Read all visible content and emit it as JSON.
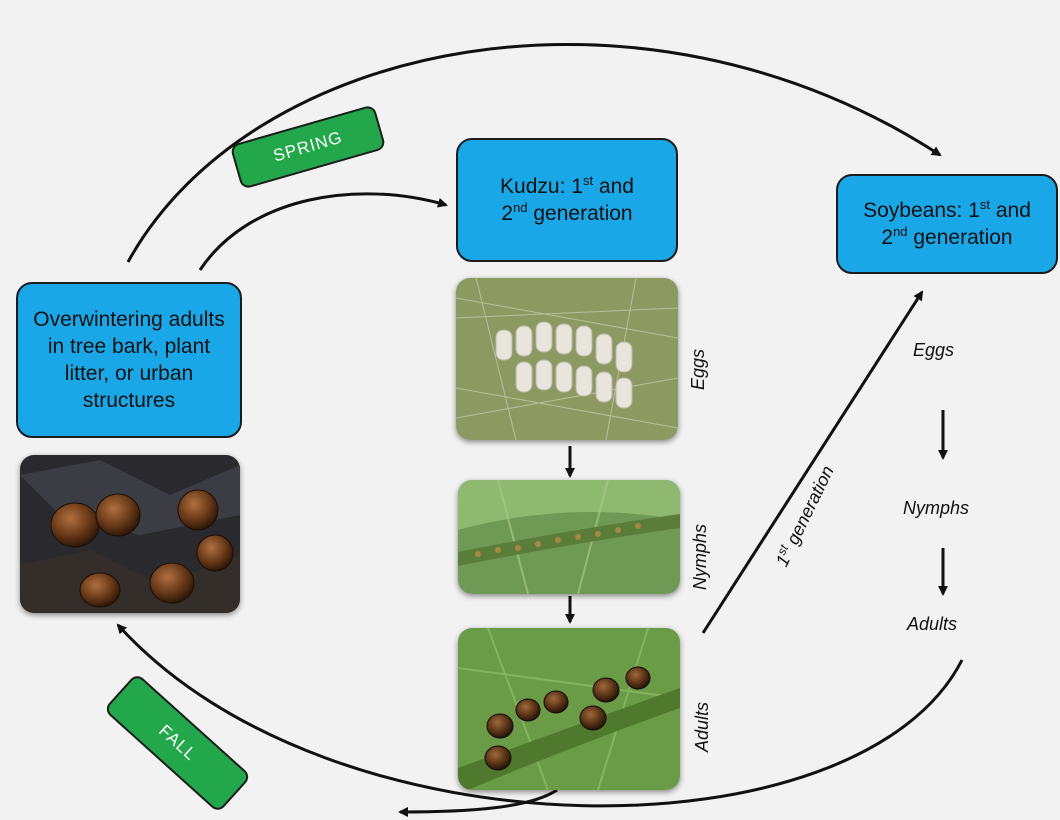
{
  "boxes": {
    "overwinter": "Overwintering adults in tree bark, plant litter, or urban structures",
    "kudzu": {
      "line1_pre": "Kudzu: 1",
      "line1_sup": "st",
      "line1_post": " and",
      "line2_pre": "2",
      "line2_sup": "nd",
      "line2_post": " generation"
    },
    "soy": {
      "line1_pre": "Soybeans: 1",
      "line1_sup": "st",
      "line1_post": " and",
      "line2_pre": "2",
      "line2_sup": "nd",
      "line2_post": " generation"
    }
  },
  "seasons": {
    "spring": "SPRING",
    "fall": "FALL"
  },
  "kudzu_stages": {
    "eggs": "Eggs",
    "nymphs": "Nymphs",
    "adults": "Adults"
  },
  "soy_stages": {
    "eggs": "Eggs",
    "nymphs": "Nymphs",
    "adults": "Adults"
  },
  "first_generation": {
    "pre": "1",
    "sup": "st",
    "post": " generation"
  },
  "photos": [
    "overwintering-adults-photo",
    "kudzu-eggs-photo",
    "kudzu-nymphs-photo",
    "kudzu-adults-photo"
  ],
  "colors": {
    "box": "#1aa7e8",
    "season": "#22a84a",
    "arrow": "#111111",
    "background": "#f2f2f2"
  }
}
